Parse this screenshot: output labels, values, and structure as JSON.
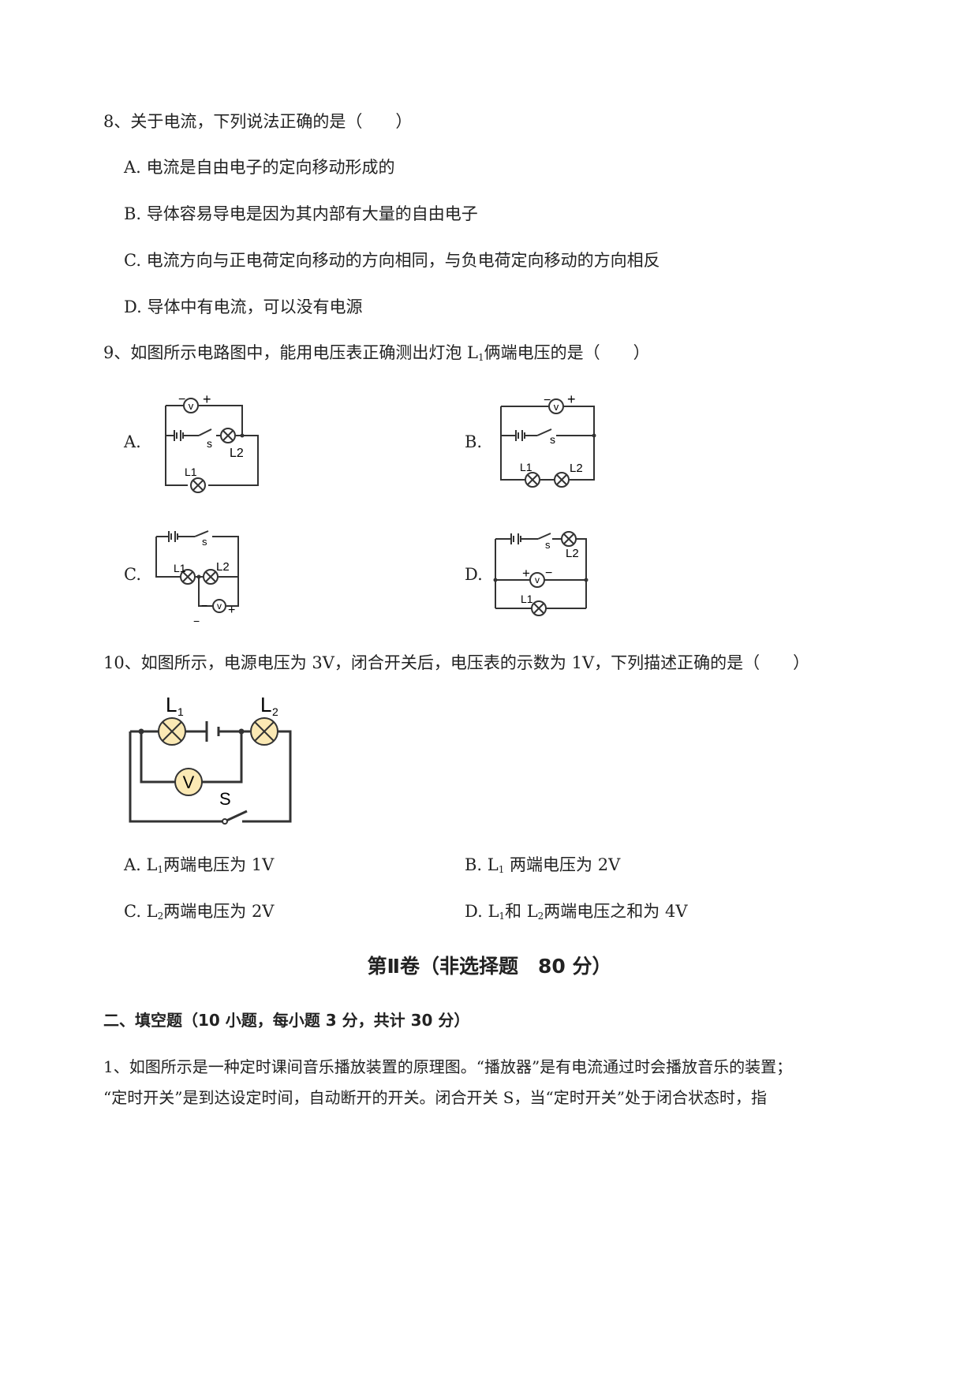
{
  "q8": {
    "stem": "8、关于电流，下列说法正确的是（　　）",
    "A": "A. 电流是自由电子的定向移动形成的",
    "B": "B. 导体容易导电是因为其内部有大量的自由电子",
    "C": "C. 电流方向与正电荷定向移动的方向相同，与负电荷定向移动的方向相反",
    "D": "D. 导体中有电流，可以没有电源"
  },
  "q9": {
    "stem_pre": "9、如图所示电路图中，能用电压表正确测出灯泡 L",
    "stem_sub": "1",
    "stem_post": "俩端电压的是（　　）",
    "A": "A.",
    "B": "B.",
    "C": "C.",
    "D": "D.",
    "labels": {
      "v": "v",
      "s": "s",
      "l1": "L1",
      "l2": "L2",
      "plus": "+",
      "minus": "−"
    }
  },
  "q10": {
    "stem": "10、如图所示，电源电压为 3V，闭合开关后，电压表的示数为 1V，下列描述正确的是（　　）",
    "fig": {
      "l": "L",
      "sub1": "1",
      "sub2": "2",
      "v": "V",
      "s": "S"
    },
    "A": {
      "a": "A. L",
      "sub": "1",
      "b": "两端电压为 1V"
    },
    "B": {
      "a": "B. L",
      "sub": "1",
      "b": " 两端电压为 2V"
    },
    "C": {
      "a": "C. L",
      "sub": "2",
      "b": "两端电压为 2V"
    },
    "D": {
      "a": "D. L",
      "sub1": "1",
      "m": "和 L",
      "sub2": "2",
      "b": "两端电压之和为 4V"
    }
  },
  "section2": {
    "title": "第Ⅱ卷（非选择题　80 分）",
    "part": "二、填空题（10 小题，每小题 3 分，共计 30 分）"
  },
  "q1": {
    "line1": "1、如图所示是一种定时课间音乐播放装置的原理图。“播放器”是有电流通过时会播放音乐的装置；",
    "line2": "“定时开关”是到达设定时间，自动断开的开关。闭合开关 S，当“定时开关”处于闭合状态时，指"
  }
}
